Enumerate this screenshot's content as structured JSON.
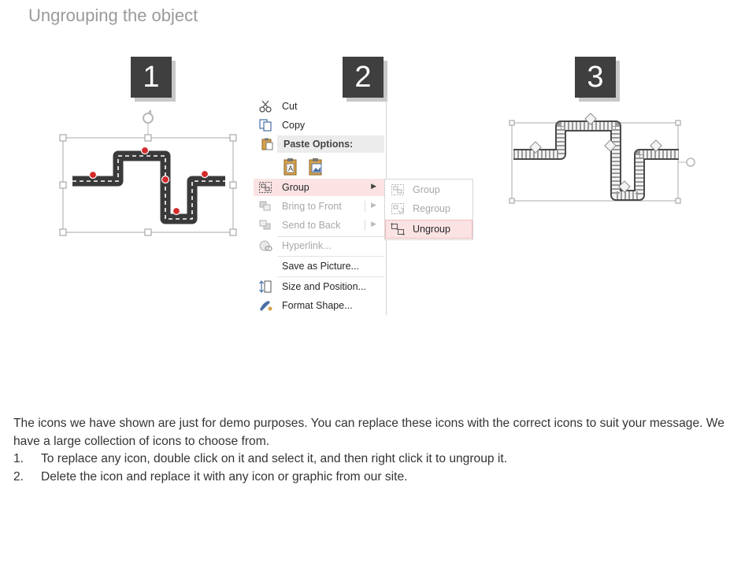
{
  "title": "Ungrouping the object",
  "steps": [
    "1",
    "2",
    "3"
  ],
  "context_menu": {
    "items": [
      {
        "label": "Cut",
        "icon": "scissors-icon",
        "disabled": false
      },
      {
        "label": "Copy",
        "icon": "copy-icon",
        "disabled": false
      },
      {
        "label": "Group",
        "icon": "group-icon",
        "disabled": false,
        "highlighted": true,
        "submenu": true
      },
      {
        "label": "Bring to Front",
        "icon": "bring-to-front-icon",
        "disabled": true,
        "submenu": true
      },
      {
        "label": "Send to Back",
        "icon": "send-to-back-icon",
        "disabled": true,
        "submenu": true
      },
      {
        "label": "Hyperlink...",
        "icon": "hyperlink-icon",
        "disabled": true
      },
      {
        "label": "Save as Picture...",
        "icon": "",
        "disabled": false
      },
      {
        "label": "Size and Position...",
        "icon": "size-position-icon",
        "disabled": false
      },
      {
        "label": "Format Shape...",
        "icon": "format-shape-icon",
        "disabled": false
      }
    ],
    "paste_options_label": "Paste Options:",
    "paste_icons": [
      "paste-keep-text-icon",
      "paste-picture-icon"
    ]
  },
  "group_submenu": {
    "items": [
      {
        "label": "Group",
        "icon": "group-icon",
        "disabled": true
      },
      {
        "label": "Regroup",
        "icon": "regroup-icon",
        "disabled": true
      },
      {
        "label": "Ungroup",
        "icon": "ungroup-icon",
        "disabled": false,
        "highlighted": true
      }
    ]
  },
  "description": {
    "intro": "The icons we have shown are just for demo purposes. You can replace these icons with the correct icons to suit your message. We have a large collection of icons to choose from.",
    "steps": [
      {
        "num": "1.",
        "text": "To replace any icon, double click on it and select it, and then right click it to ungroup it."
      },
      {
        "num": "2.",
        "text": "Delete the icon and replace it with any icon or graphic from our site."
      }
    ]
  },
  "colors": {
    "badge": "#3f3f3f",
    "road": "#3a3a3a",
    "pin": "#d42a2a",
    "highlight": "#fbe3e3",
    "title": "#9a9a9a"
  }
}
